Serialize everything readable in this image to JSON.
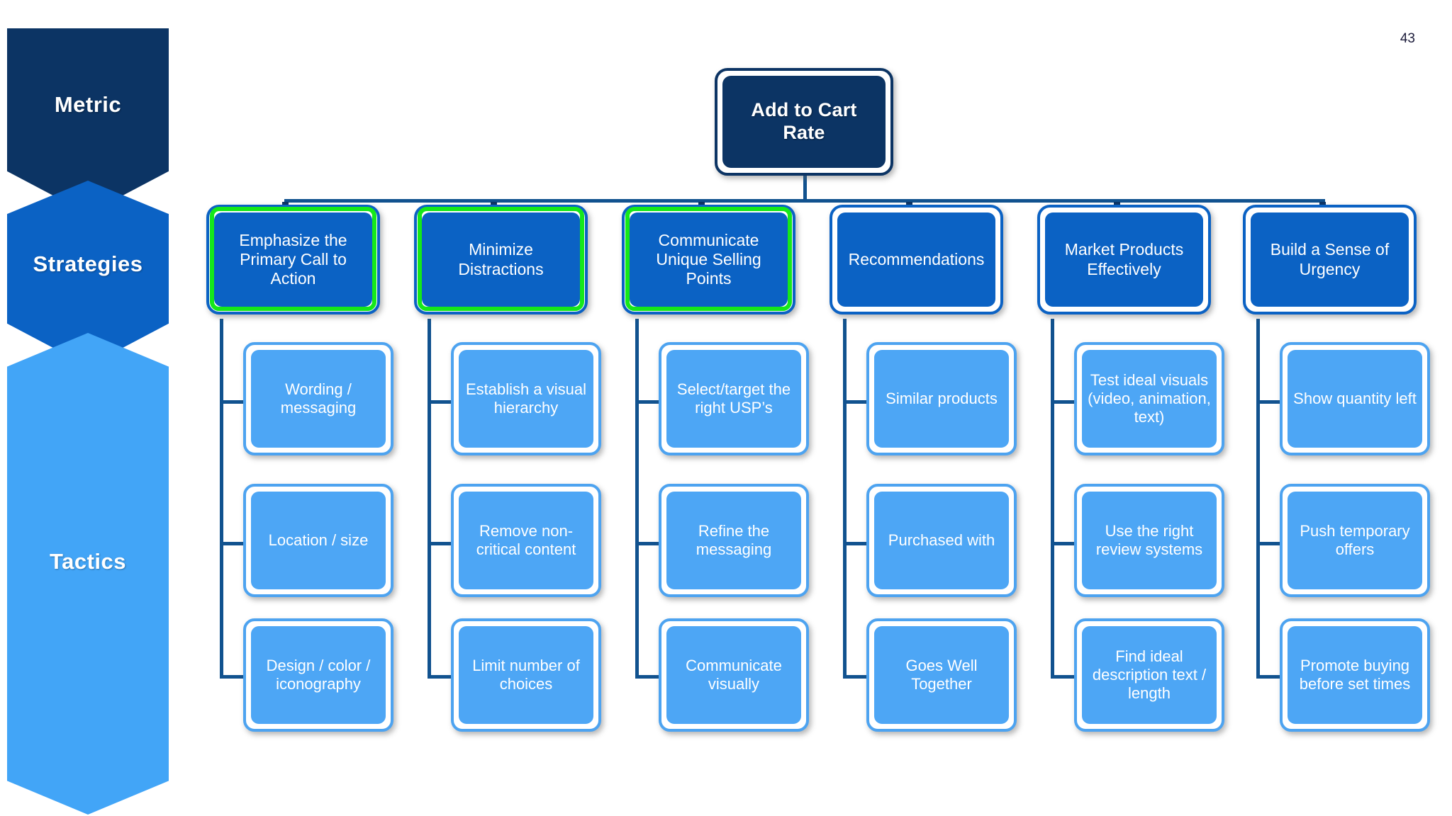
{
  "page": {
    "number": "43",
    "background": "#ffffff"
  },
  "colors": {
    "navy": "#0c3464",
    "blue": "#0b62c4",
    "light_blue": "#4da6f5",
    "highlight_green": "#15e81a",
    "connector": "#11528f"
  },
  "rail": {
    "bands": [
      {
        "label": "Metric",
        "color": "#0c3464"
      },
      {
        "label": "Strategies",
        "color": "#0b62c4"
      },
      {
        "label": "Tactics",
        "color": "#42a5f7"
      }
    ]
  },
  "chart_data": {
    "type": "diagram",
    "subtype": "metric-strategy-tactic-tree",
    "title": "Add to Cart Rate",
    "levels": [
      "Metric",
      "Strategies",
      "Tactics"
    ],
    "highlight_color": "#15e81a",
    "root": {
      "label": "Add to Cart Rate",
      "level": "Metric"
    },
    "branches": [
      {
        "strategy": "Emphasize the Primary Call to Action",
        "highlighted": true,
        "tactics": [
          "Wording / messaging",
          "Location / size",
          "Design / color / iconography"
        ]
      },
      {
        "strategy": "Minimize Distractions",
        "highlighted": true,
        "tactics": [
          "Establish a visual hierarchy",
          "Remove non-critical content",
          "Limit number of choices"
        ]
      },
      {
        "strategy": "Communicate Unique Selling Points",
        "highlighted": true,
        "tactics": [
          "Select/target the right USP’s",
          "Refine the messaging",
          "Communicate visually"
        ]
      },
      {
        "strategy": "Recommendations",
        "highlighted": false,
        "tactics": [
          "Similar products",
          "Purchased with",
          "Goes Well Together"
        ]
      },
      {
        "strategy": "Market Products Effectively",
        "highlighted": false,
        "tactics": [
          "Test ideal visuals (video, animation, text)",
          "Use the right review systems",
          "Find ideal description text / length"
        ]
      },
      {
        "strategy": "Build a Sense of Urgency",
        "highlighted": false,
        "tactics": [
          "Show quantity left",
          "Push temporary offers",
          "Promote buying before set times"
        ]
      }
    ]
  }
}
